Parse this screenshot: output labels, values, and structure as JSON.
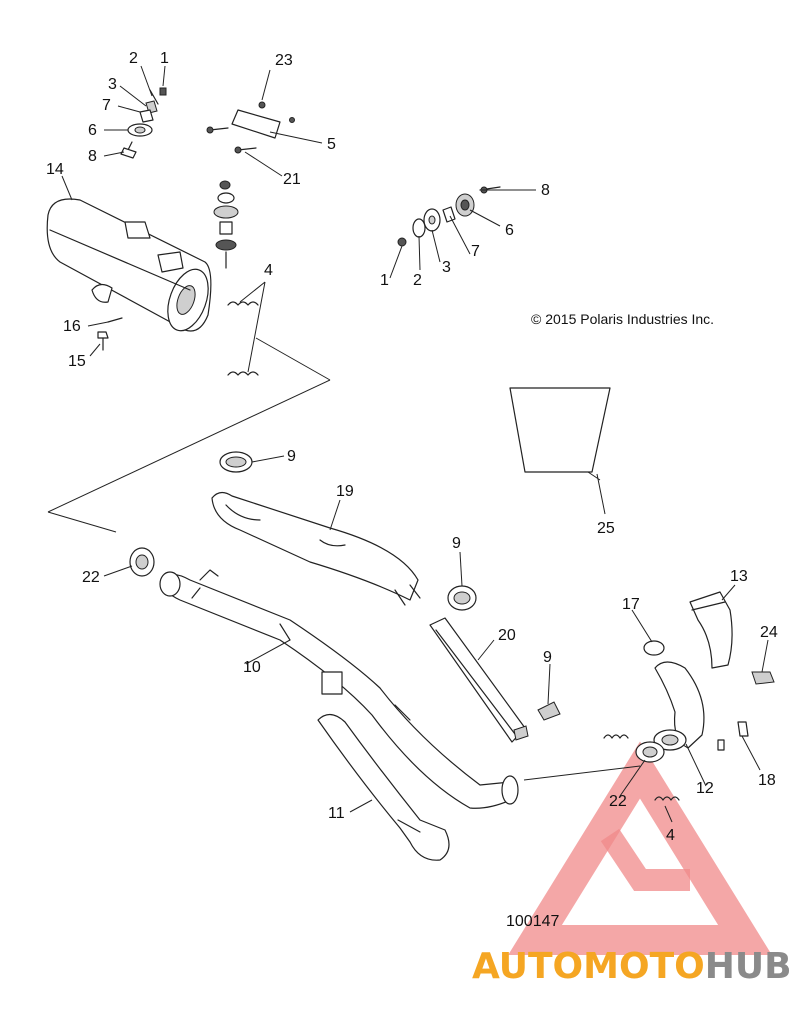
{
  "diagram": {
    "copyright": "© 2015 Polaris Industries Inc.",
    "figure_id": "100147",
    "callouts": {
      "c1a": "1",
      "c2a": "2",
      "c3a": "3",
      "c7a": "7",
      "c6a": "6",
      "c8a": "8",
      "c14": "14",
      "c23": "23",
      "c5": "5",
      "c21": "21",
      "c4a": "4",
      "c16": "16",
      "c15": "15",
      "c8b": "8",
      "c6b": "6",
      "c7b": "7",
      "c3b": "3",
      "c2b": "2",
      "c1b": "1",
      "c9a": "9",
      "c19": "19",
      "c25": "25",
      "c22a": "22",
      "c9b": "9",
      "c10": "10",
      "c13": "13",
      "c17": "17",
      "c24": "24",
      "c20": "20",
      "c9c": "9",
      "c11": "11",
      "c12": "12",
      "c18": "18",
      "c22b": "22",
      "c4b": "4"
    }
  },
  "watermark": {
    "word_orange": "AUTOMOTO",
    "word_gray": "HUB",
    "color_orange": "#f5a623",
    "color_gray": "#8a8a8a",
    "color_logo": "#f08a8a"
  }
}
